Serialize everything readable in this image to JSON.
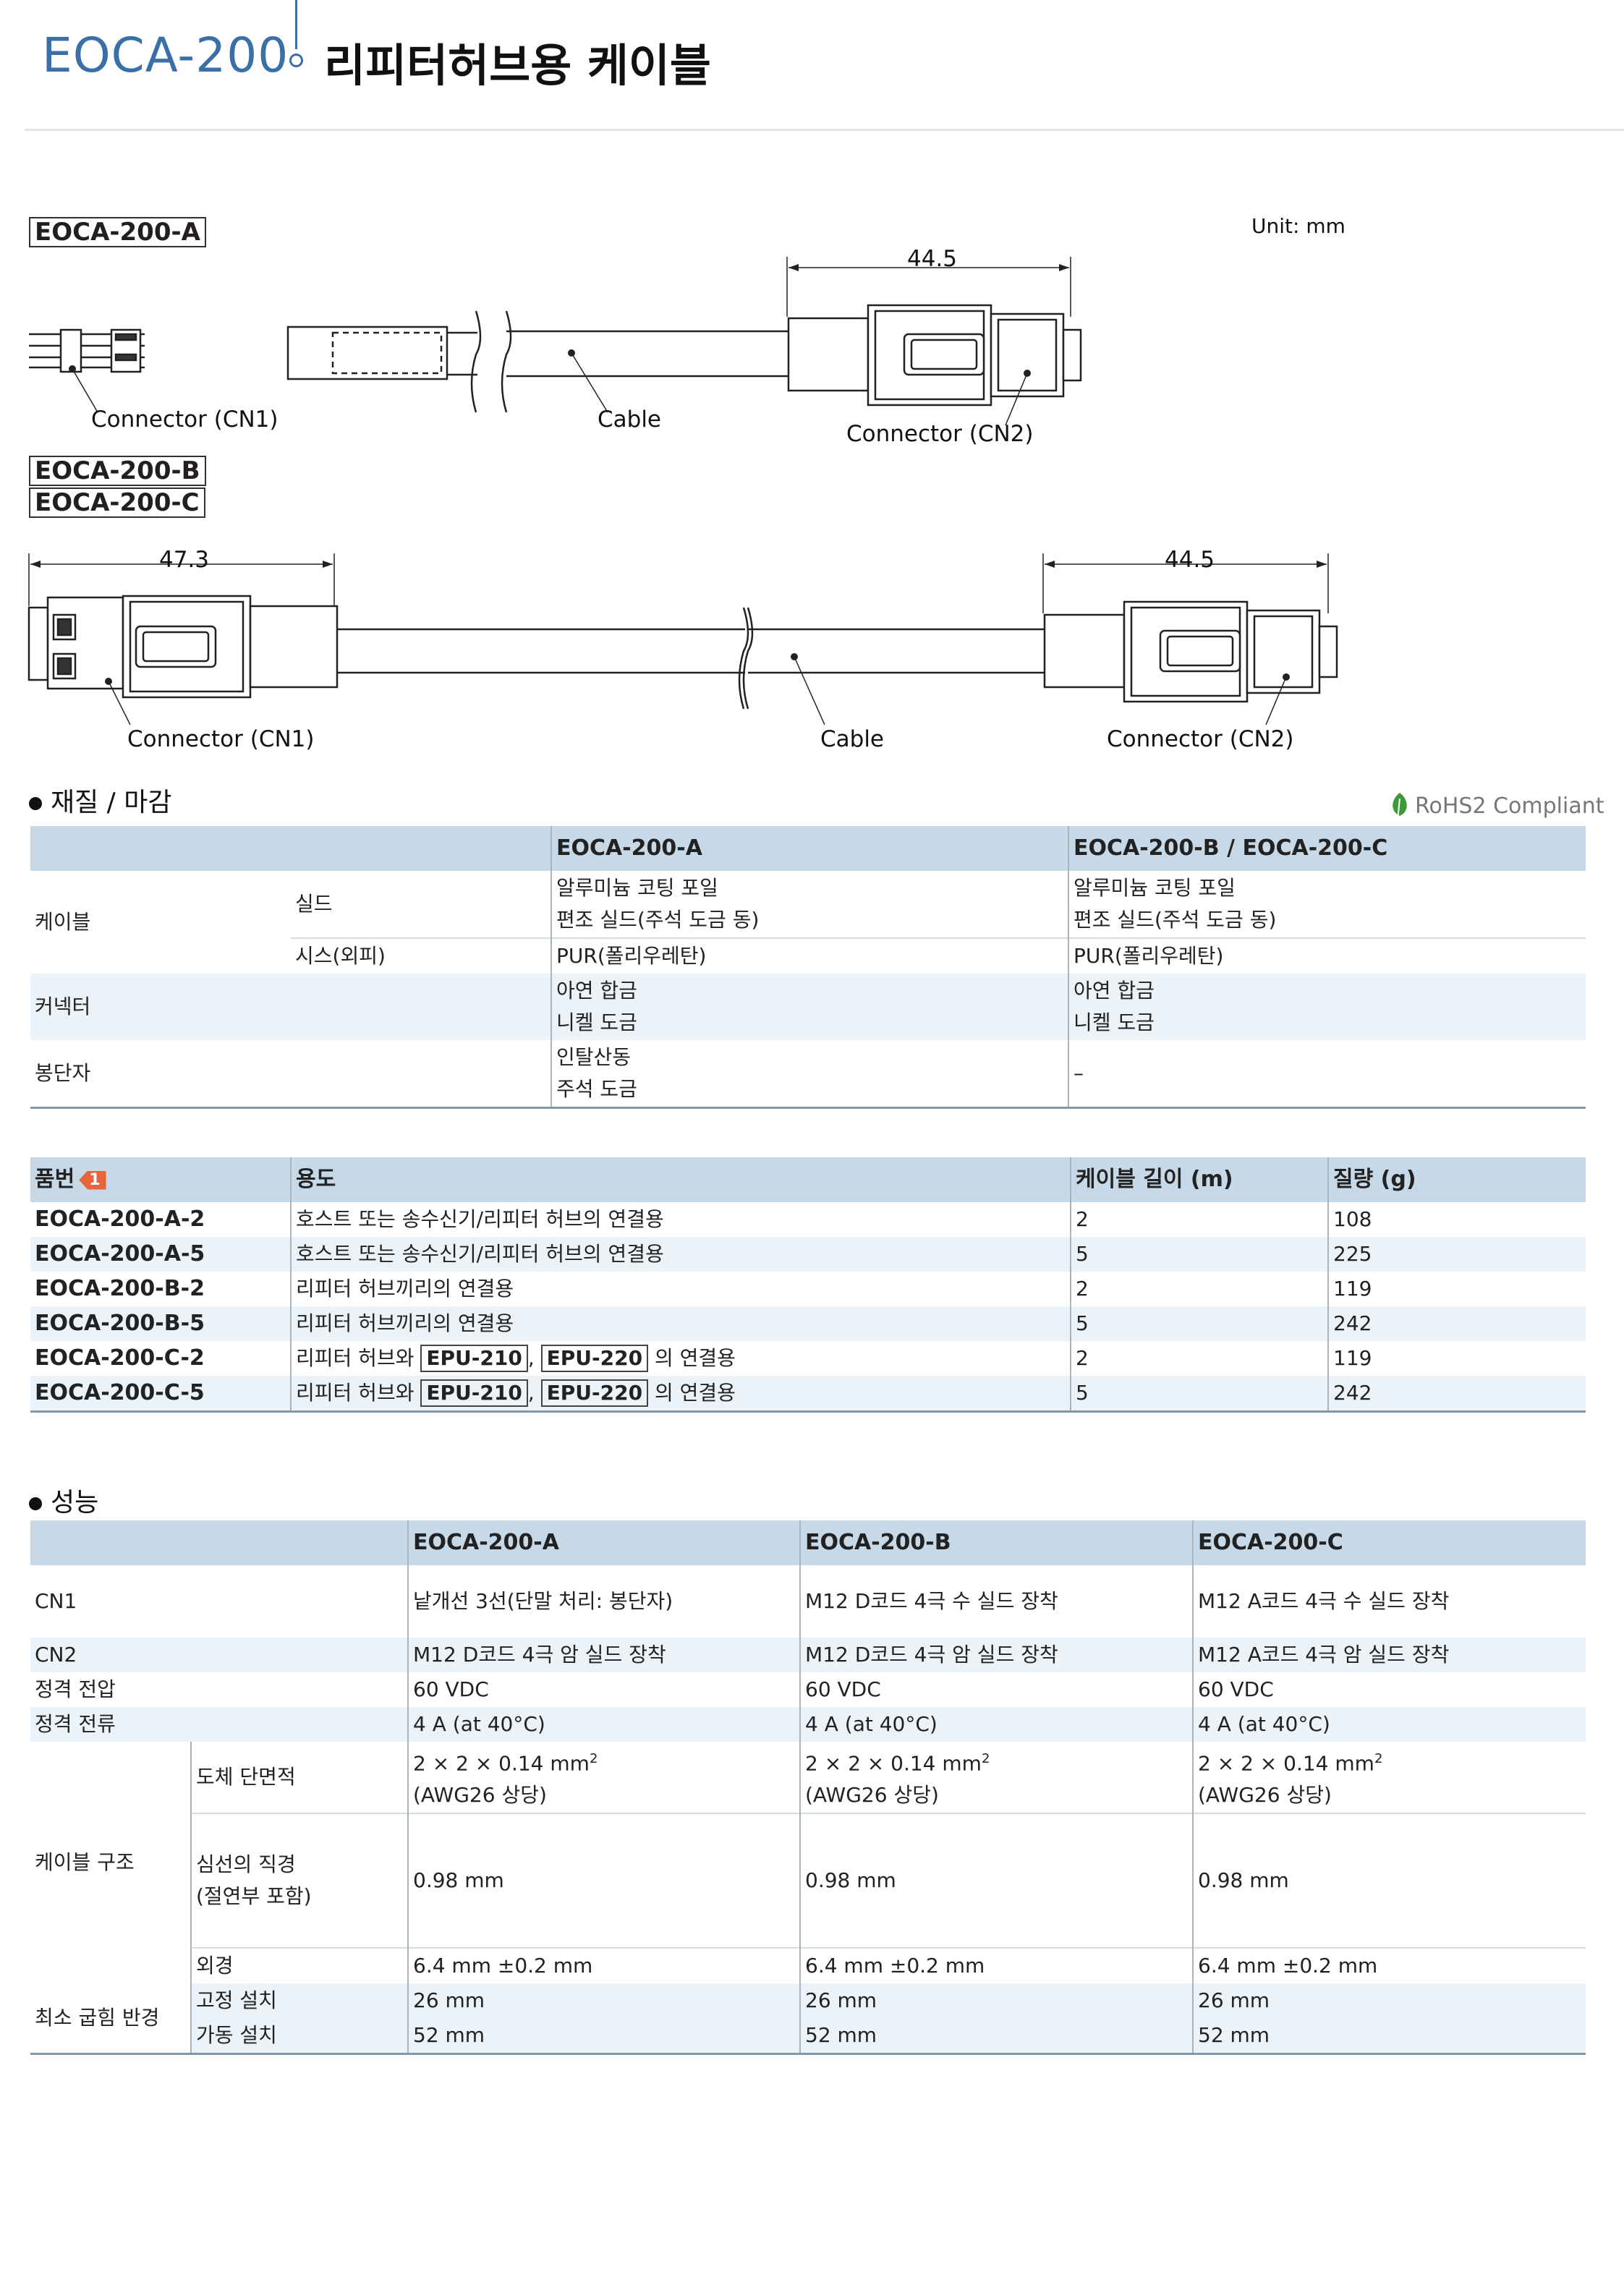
{
  "header": {
    "model": "EOCA-200",
    "title": "리피터허브용 케이블"
  },
  "drawing": {
    "unit": "Unit: mm",
    "label_a": "EOCA-200-A",
    "label_b": "EOCA-200-B",
    "label_c": "EOCA-200-C",
    "a_dim": "44.5",
    "a_cn1": "Connector (CN1)",
    "a_cable": "Cable",
    "a_cn2": "Connector (CN2)",
    "bc_dim_left": "47.3",
    "bc_dim_right": "44.5",
    "bc_cn1": "Connector (CN1)",
    "bc_cable": "Cable",
    "bc_cn2": "Connector (CN2)"
  },
  "material": {
    "heading": "재질 / 마감",
    "rohs": "RoHS2 Compliant",
    "col_a": "EOCA-200-A",
    "col_bc": "EOCA-200-B / EOCA-200-C",
    "cable": "케이블",
    "shield": "실드",
    "shield_a1": "알루미늄 코팅 포일",
    "shield_a2": "편조 실드(주석 도금 동)",
    "shield_bc1": "알루미늄 코팅 포일",
    "shield_bc2": "편조 실드(주석 도금 동)",
    "sheath": "시스(외피)",
    "sheath_a": "PUR(폴리우레탄)",
    "sheath_bc": "PUR(폴리우레탄)",
    "connector": "커넥터",
    "conn_a1": "아연 합금",
    "conn_a2": "니켈 도금",
    "conn_bc1": "아연 합금",
    "conn_bc2": "니켈 도금",
    "terminal": "봉단자",
    "term_a1": "인탈산동",
    "term_a2": "주석 도금",
    "term_bc": "–"
  },
  "parts": {
    "col_part": "품번",
    "badge": "1",
    "col_use": "용도",
    "col_len": "케이블 길이 (m)",
    "col_mass": "질량 (g)",
    "rows": [
      {
        "part": "EOCA-200-A-2",
        "use": "호스트 또는 송수신기/리피터 허브의 연결용",
        "len": "2",
        "mass": "108"
      },
      {
        "part": "EOCA-200-A-5",
        "use": "호스트 또는 송수신기/리피터 허브의 연결용",
        "len": "5",
        "mass": "225"
      },
      {
        "part": "EOCA-200-B-2",
        "use": "리피터 허브끼리의 연결용",
        "len": "2",
        "mass": "119"
      },
      {
        "part": "EOCA-200-B-5",
        "use": "리피터 허브끼리의 연결용",
        "len": "5",
        "mass": "242"
      }
    ],
    "c_rows": [
      {
        "part": "EOCA-200-C-2",
        "pre": "리피터 허브와 ",
        "ref1": "EPU-210",
        "sep": ", ",
        "ref2": "EPU-220",
        "post": " 의 연결용",
        "len": "2",
        "mass": "119"
      },
      {
        "part": "EOCA-200-C-5",
        "pre": "리피터 허브와 ",
        "ref1": "EPU-210",
        "sep": ", ",
        "ref2": "EPU-220",
        "post": " 의 연결용",
        "len": "5",
        "mass": "242"
      }
    ]
  },
  "perf": {
    "heading": "성능",
    "col_a": "EOCA-200-A",
    "col_b": "EOCA-200-B",
    "col_c": "EOCA-200-C",
    "cn1": "CN1",
    "cn1_a": "낱개선 3선(단말 처리: 봉단자)",
    "cn1_b": "M12 D코드 4극 수 실드 장착",
    "cn1_c": "M12 A코드 4극 수 실드 장착",
    "cn2": "CN2",
    "cn2_a": "M12 D코드 4극 암 실드 장착",
    "cn2_b": "M12 D코드 4극 암 실드 장착",
    "cn2_c": "M12 A코드 4극 암 실드 장착",
    "volt": "정격 전압",
    "volt_v": "60 VDC",
    "curr": "정격 전류",
    "curr_v": "4 A (at 40°C)",
    "struct": "케이블 구조",
    "cross": "도체 단면적",
    "cross_v": "2 × 2 × 0.14 mm",
    "cross_sup": "2",
    "cross_v2": "(AWG26 상당)",
    "core": "심선의 직경",
    "core2": "(절연부 포함)",
    "core_v": "0.98 mm",
    "od": "외경",
    "od_v": "6.4 mm ±0.2 mm",
    "bend": "최소 굽힘 반경",
    "fixed": "고정 설치",
    "fixed_v": "26 mm",
    "moving": "가동 설치",
    "moving_v": "52 mm"
  }
}
